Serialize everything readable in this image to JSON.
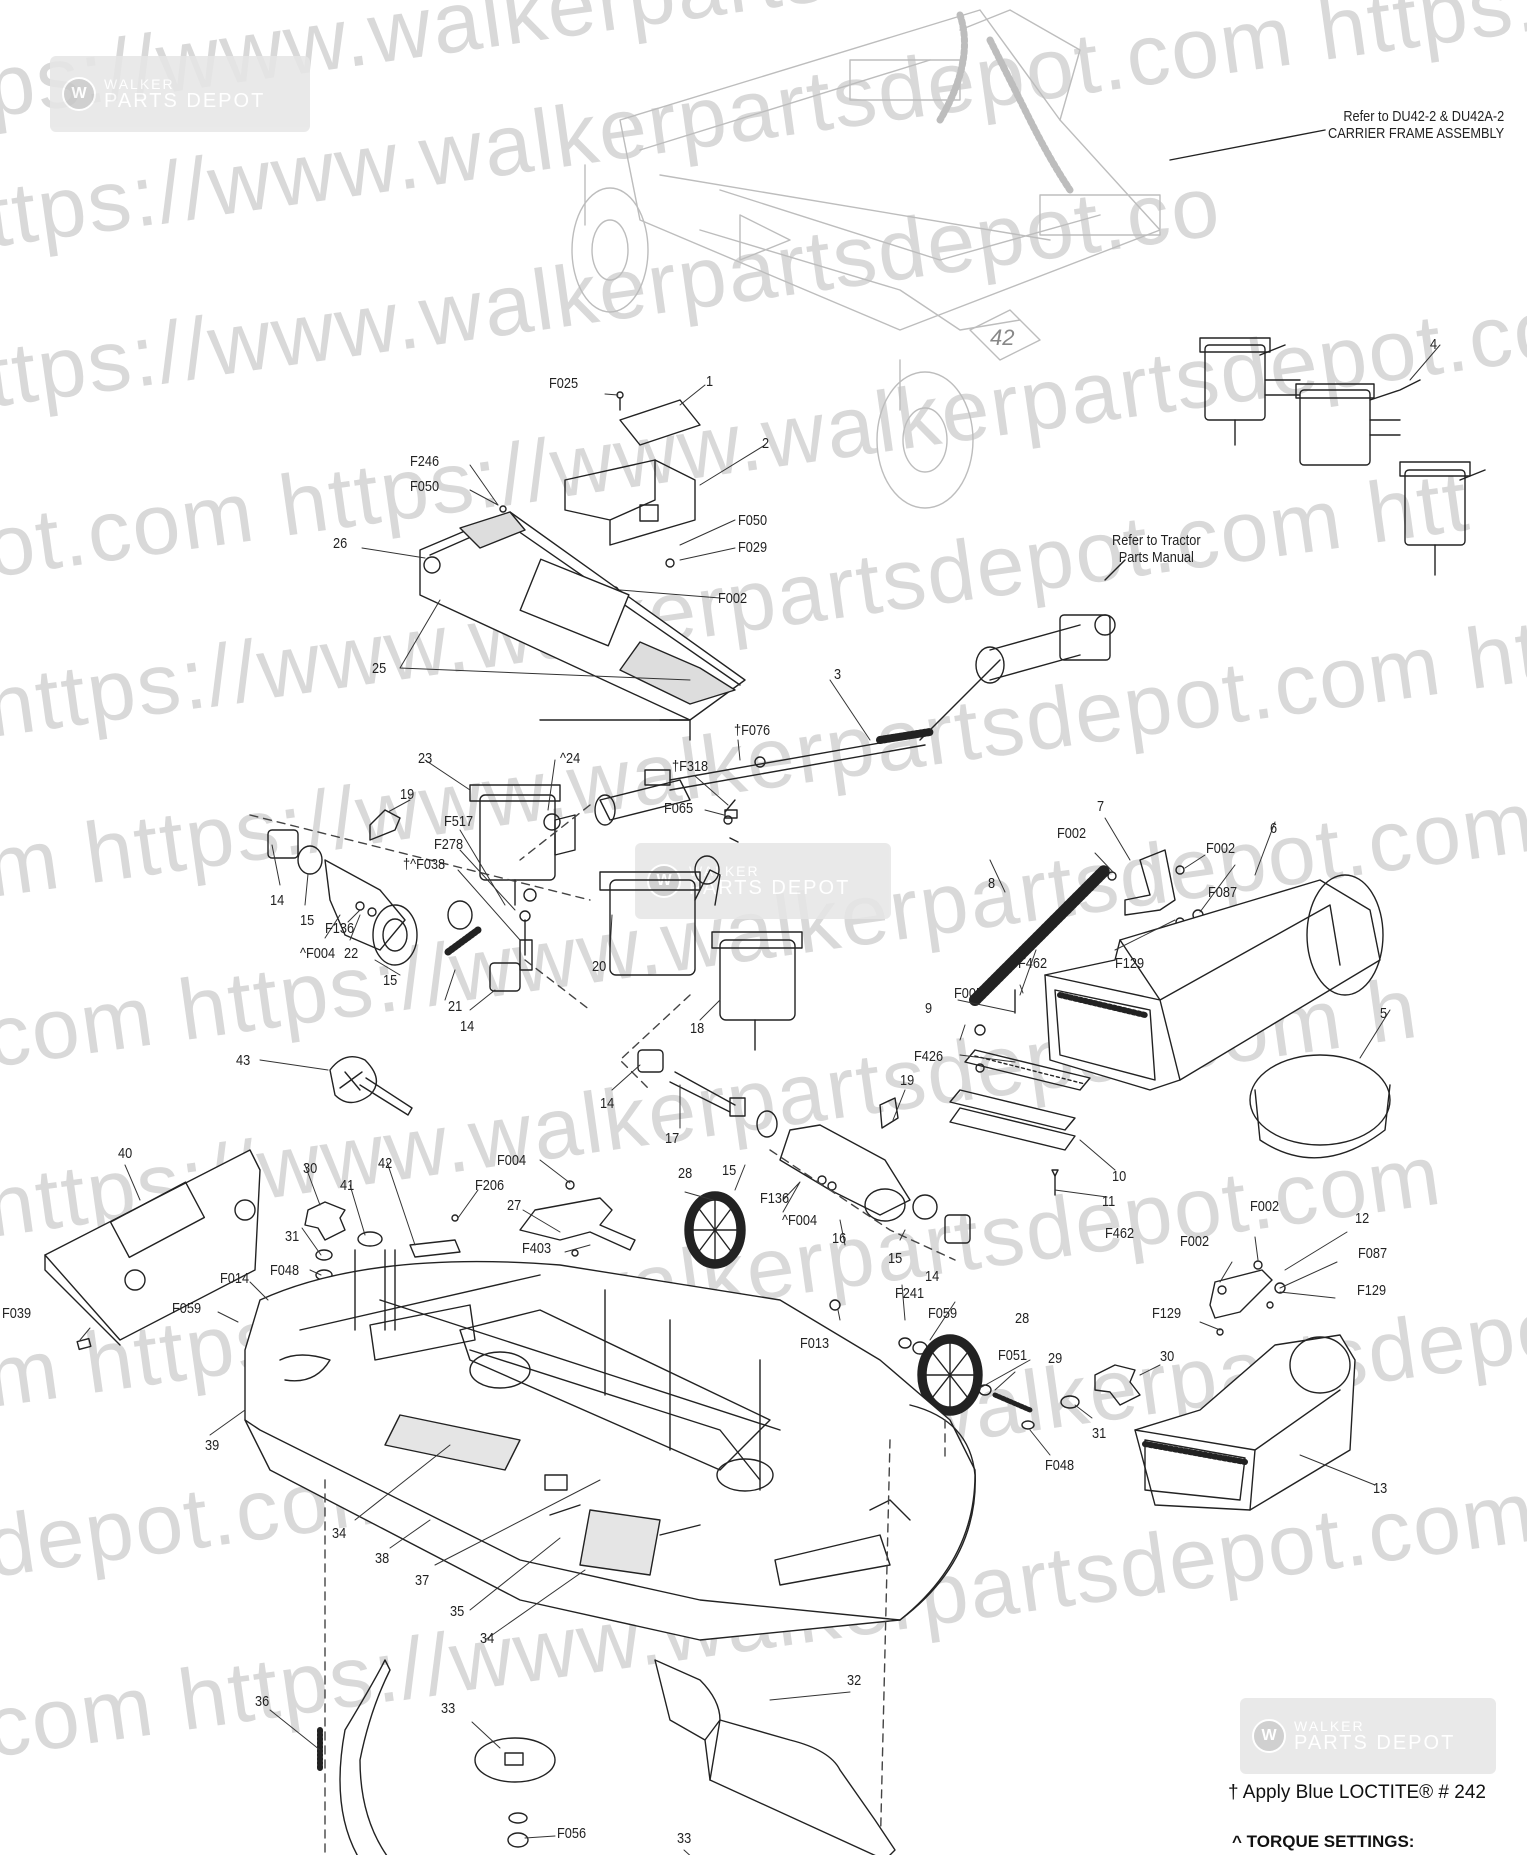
{
  "watermark": {
    "logo_line1": "WALKER",
    "logo_line2": "PARTS DEPOT",
    "lines": [
      "ps://www.walkerparts depot.com  http",
      "ttps://www.walkerpartsdepot.com  https://",
      "ttps://www.walkerpartsdepot.co",
      "ot.com  https://www.walkerpartsdepot.com  http",
      "https://www.walkerpartsdepot.com  htt",
      "m  https://www.walkerpartsdepot.com  htt",
      "com  https://www.walkerpartsdepot.com",
      "https://www.walkerpartsdepot.com  h",
      "m  https://www.walkerpartsdepot.com",
      "depot.com  https://www.walkerpartsdepot.com",
      "com  https://www.walkerpartsdepot.com"
    ]
  },
  "notes": {
    "carrier_frame": [
      "Refer to DU42-2 & DU42A-2",
      "CARRIER FRAME ASSEMBLY"
    ],
    "tractor_manual": [
      "Refer to Tractor",
      "Parts Manual"
    ]
  },
  "footer": {
    "loctite": "† Apply Blue LOCTITE® # 242",
    "torque": "^ TORQUE SETTINGS:"
  },
  "callouts": [
    {
      "id": "c-f025",
      "text": "F025"
    },
    {
      "id": "c-1",
      "text": "1"
    },
    {
      "id": "c-2",
      "text": "2"
    },
    {
      "id": "c-f246",
      "text": "F246"
    },
    {
      "id": "c-f050a",
      "text": "F050"
    },
    {
      "id": "c-26",
      "text": "26"
    },
    {
      "id": "c-f050b",
      "text": "F050"
    },
    {
      "id": "c-f029",
      "text": "F029"
    },
    {
      "id": "c-f002a",
      "text": "F002"
    },
    {
      "id": "c-25",
      "text": "25"
    },
    {
      "id": "c-4",
      "text": "4"
    },
    {
      "id": "c-3",
      "text": "3"
    },
    {
      "id": "c-f076",
      "text": "†F076"
    },
    {
      "id": "c-f318",
      "text": "†F318"
    },
    {
      "id": "c-f065",
      "text": "F065"
    },
    {
      "id": "c-23",
      "text": "23"
    },
    {
      "id": "c-24",
      "text": "^24"
    },
    {
      "id": "c-19a",
      "text": "19"
    },
    {
      "id": "c-f517",
      "text": "F517"
    },
    {
      "id": "c-f278",
      "text": "F278"
    },
    {
      "id": "c-f038",
      "text": "†^F038"
    },
    {
      "id": "c-14a",
      "text": "14"
    },
    {
      "id": "c-15a",
      "text": "15"
    },
    {
      "id": "c-f136a",
      "text": "F136"
    },
    {
      "id": "c-f004a",
      "text": "^F004"
    },
    {
      "id": "c-22",
      "text": "22"
    },
    {
      "id": "c-15b",
      "text": "15"
    },
    {
      "id": "c-21",
      "text": "21"
    },
    {
      "id": "c-14b",
      "text": "14"
    },
    {
      "id": "c-20",
      "text": "20"
    },
    {
      "id": "c-18",
      "text": "18"
    },
    {
      "id": "c-7",
      "text": "7"
    },
    {
      "id": "c-f002b",
      "text": "F002"
    },
    {
      "id": "c-f002c",
      "text": "F002"
    },
    {
      "id": "c-6",
      "text": "6"
    },
    {
      "id": "c-f087a",
      "text": "F087"
    },
    {
      "id": "c-8",
      "text": "8"
    },
    {
      "id": "c-f129a",
      "text": "F129"
    },
    {
      "id": "c-f462a",
      "text": "F462"
    },
    {
      "id": "c-f005",
      "text": "F005"
    },
    {
      "id": "c-9",
      "text": "9"
    },
    {
      "id": "c-5",
      "text": "5"
    },
    {
      "id": "c-f426",
      "text": "F426"
    },
    {
      "id": "c-43",
      "text": "43"
    },
    {
      "id": "c-14c",
      "text": "14"
    },
    {
      "id": "c-17",
      "text": "17"
    },
    {
      "id": "c-19b",
      "text": "19"
    },
    {
      "id": "c-10",
      "text": "10"
    },
    {
      "id": "c-11",
      "text": "11"
    },
    {
      "id": "c-f462b",
      "text": "F462"
    },
    {
      "id": "c-40",
      "text": "40"
    },
    {
      "id": "c-30a",
      "text": "30"
    },
    {
      "id": "c-42",
      "text": "42"
    },
    {
      "id": "c-f004b",
      "text": "F004"
    },
    {
      "id": "c-41",
      "text": "41"
    },
    {
      "id": "c-f206",
      "text": "F206"
    },
    {
      "id": "c-27",
      "text": "27"
    },
    {
      "id": "c-28a",
      "text": "28"
    },
    {
      "id": "c-15c",
      "text": "15"
    },
    {
      "id": "c-f136b",
      "text": "F136"
    },
    {
      "id": "c-f004c",
      "text": "^F004"
    },
    {
      "id": "c-16",
      "text": "16"
    },
    {
      "id": "c-15d",
      "text": "15"
    },
    {
      "id": "c-14d",
      "text": "14"
    },
    {
      "id": "c-31a",
      "text": "31"
    },
    {
      "id": "c-f048a",
      "text": "F048"
    },
    {
      "id": "c-f403",
      "text": "F403"
    },
    {
      "id": "c-f014",
      "text": "F014"
    },
    {
      "id": "c-f039",
      "text": "F039"
    },
    {
      "id": "c-f059a",
      "text": "F059"
    },
    {
      "id": "c-39",
      "text": "39"
    },
    {
      "id": "c-f002d",
      "text": "F002"
    },
    {
      "id": "c-f002e",
      "text": "F002"
    },
    {
      "id": "c-12",
      "text": "12"
    },
    {
      "id": "c-f087b",
      "text": "F087"
    },
    {
      "id": "c-f129b",
      "text": "F129"
    },
    {
      "id": "c-f129c",
      "text": "F129"
    },
    {
      "id": "c-f241",
      "text": "F241"
    },
    {
      "id": "c-f059b",
      "text": "F059"
    },
    {
      "id": "c-f013",
      "text": "F013"
    },
    {
      "id": "c-28b",
      "text": "28"
    },
    {
      "id": "c-f051",
      "text": "F051"
    },
    {
      "id": "c-29",
      "text": "29"
    },
    {
      "id": "c-30b",
      "text": "30"
    },
    {
      "id": "c-31b",
      "text": "31"
    },
    {
      "id": "c-f048b",
      "text": "F048"
    },
    {
      "id": "c-13",
      "text": "13"
    },
    {
      "id": "c-34a",
      "text": "34"
    },
    {
      "id": "c-38",
      "text": "38"
    },
    {
      "id": "c-37",
      "text": "37"
    },
    {
      "id": "c-35",
      "text": "35"
    },
    {
      "id": "c-34b",
      "text": "34"
    },
    {
      "id": "c-36",
      "text": "36"
    },
    {
      "id": "c-33a",
      "text": "33"
    },
    {
      "id": "c-32",
      "text": "32"
    },
    {
      "id": "c-f056",
      "text": "F056"
    },
    {
      "id": "c-33b",
      "text": "33"
    }
  ],
  "frame_badge": "42"
}
